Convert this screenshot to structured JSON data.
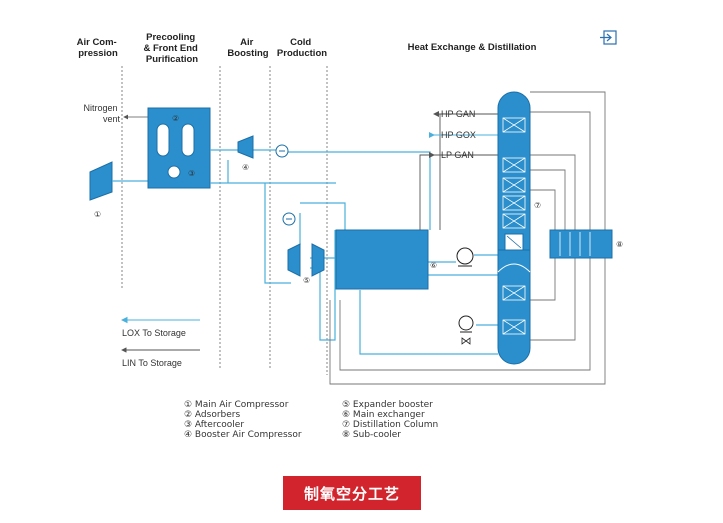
{
  "sections": {
    "air_compression": [
      "Air Com-",
      "pression"
    ],
    "precooling": [
      "Precooling",
      "& Front End",
      "Purification"
    ],
    "air_boosting": [
      "Air",
      "Boosting"
    ],
    "cold_production": [
      "Cold",
      "Production"
    ],
    "heat_exchange": "Heat Exchange & Distillation"
  },
  "streams": {
    "nitrogen_vent": [
      "Nitrogen",
      "vent"
    ],
    "hp_gan": "HP GAN",
    "hp_gox": "HP GOX",
    "lp_gan": "LP GAN",
    "lox_storage": "LOX To Storage",
    "lin_storage": "LIN To Storage"
  },
  "markers": {
    "m1": "①",
    "m2": "②",
    "m3": "③",
    "m4": "④",
    "m5": "⑤",
    "m6": "⑥",
    "m7": "⑦",
    "m8": "⑧"
  },
  "legend": {
    "left": [
      "① Main Air Compressor",
      "② Adsorbers",
      "③ Aftercooler",
      "④ Booster Air Compressor"
    ],
    "right": [
      "⑤ Expander booster",
      "⑥ Main exchanger",
      "⑦ Distillation Column",
      "⑧ Sub-cooler"
    ]
  },
  "caption": "制氧空分工艺",
  "icons": {
    "top_right": "exit-icon"
  },
  "colors": {
    "equipment": "#2a8fcc",
    "flow": "#4ab0dd",
    "return": "#888888",
    "caption_bg": "#d2242c"
  }
}
